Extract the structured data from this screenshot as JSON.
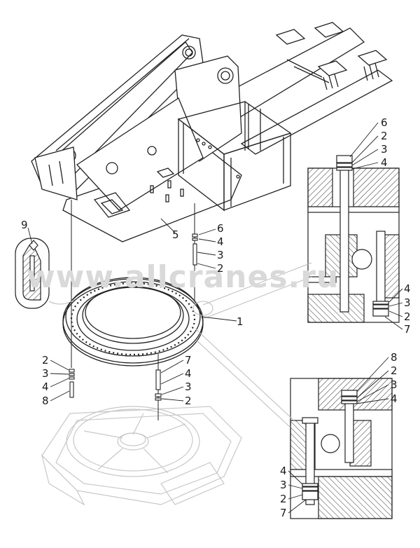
{
  "diagram": {
    "watermark": "www.allcranes.ru",
    "callouts": {
      "frame": "5",
      "slewing_ring": "1",
      "detail_bolt": "9",
      "top_stack": [
        "6",
        "4",
        "3",
        "2"
      ],
      "left_lower_stack": [
        "2",
        "3",
        "4",
        "8"
      ],
      "mid_lower_stack": [
        "7",
        "4",
        "3",
        "2"
      ],
      "section_a_top": [
        "6",
        "2",
        "3",
        "4"
      ],
      "section_a_bottom": [
        "4",
        "3",
        "2",
        "7"
      ],
      "section_b_top": [
        "8",
        "2",
        "3",
        "4"
      ],
      "section_b_bottom": [
        "4",
        "3",
        "2",
        "7"
      ]
    }
  }
}
